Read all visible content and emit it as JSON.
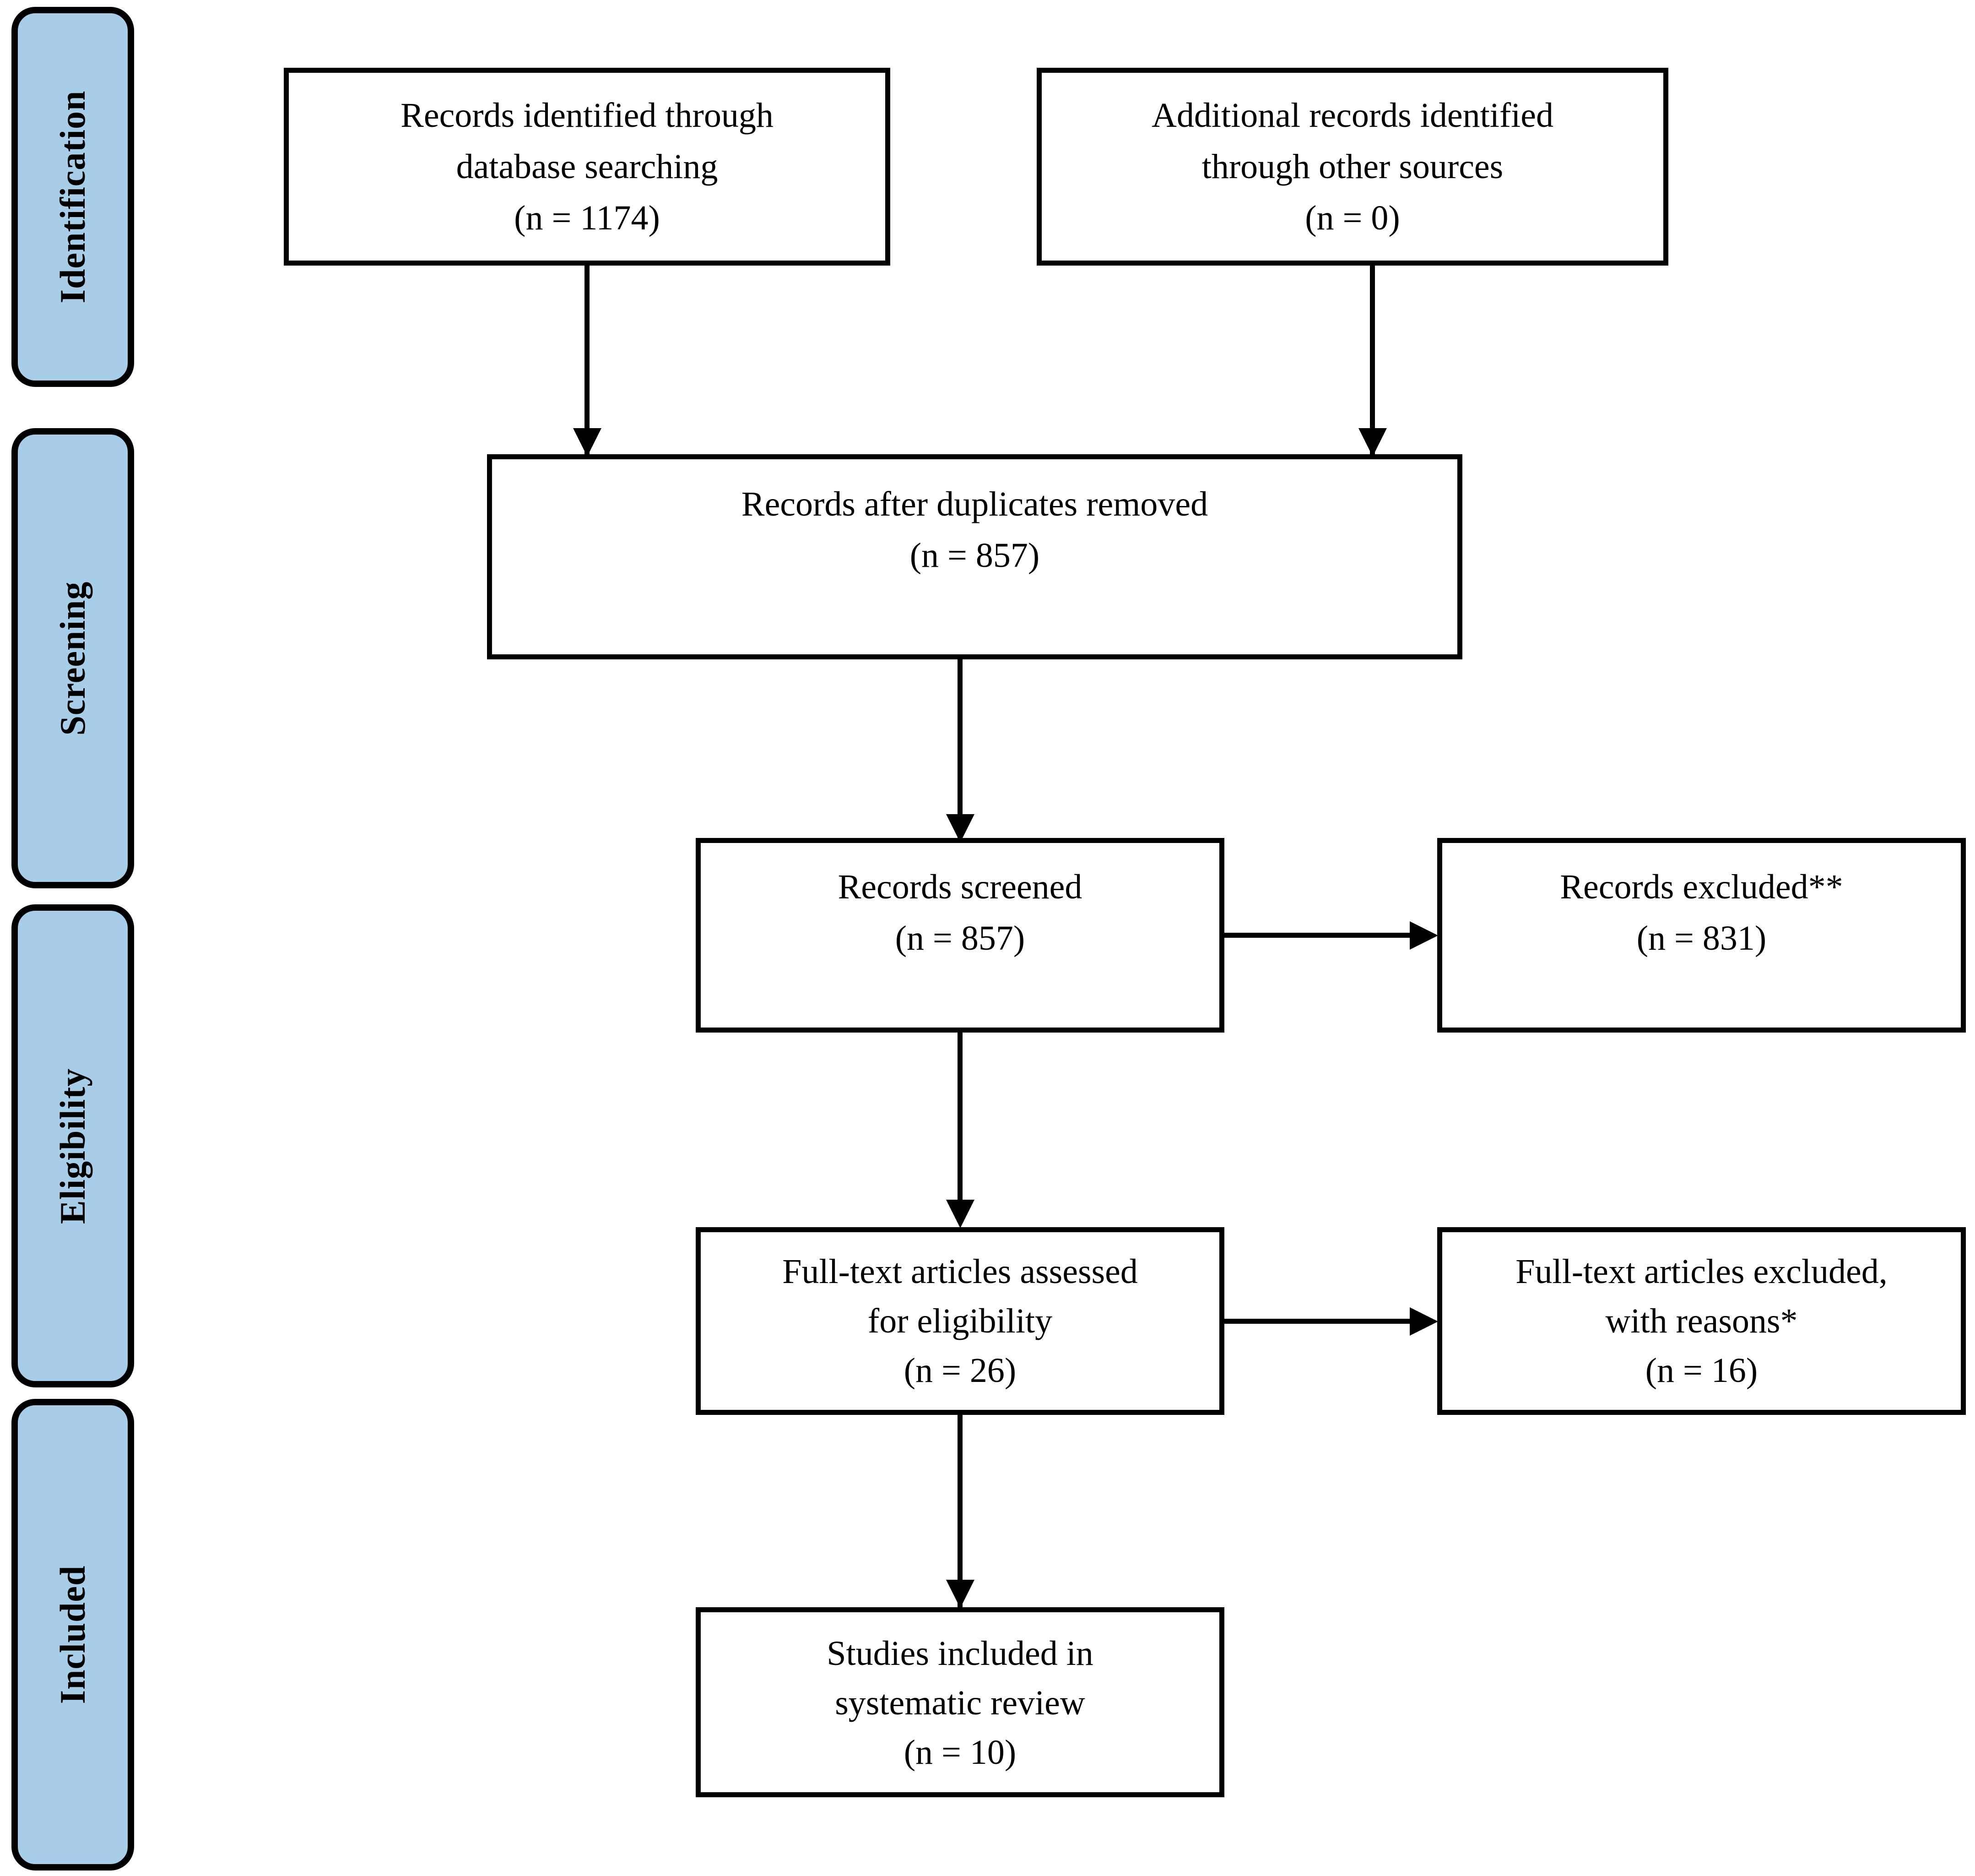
{
  "diagram": {
    "type": "prisma-flow-diagram",
    "colors": {
      "stage_fill": "#a8cde8",
      "stroke": "#000000",
      "box_fill": "#ffffff",
      "page_background": "#ffffff"
    }
  },
  "stages": [
    {
      "id": "identification",
      "label": "Identification"
    },
    {
      "id": "screening",
      "label": "Screening"
    },
    {
      "id": "eligibility",
      "label": "Eligibility"
    },
    {
      "id": "included",
      "label": "Included"
    }
  ],
  "boxes": {
    "records_identified_db": {
      "line1": "Records identified through",
      "line2": "database searching",
      "count": "(n = 1174)",
      "n": 1174
    },
    "records_identified_other": {
      "line1": "Additional records identified",
      "line2": "through other sources",
      "count": "(n = 0)",
      "n": 0
    },
    "records_after_duplicates": {
      "line1": "Records after duplicates removed",
      "count": "(n = 857)",
      "n": 857
    },
    "records_screened": {
      "line1": "Records screened",
      "count": "(n = 857)",
      "n": 857
    },
    "records_excluded": {
      "line1": "Records excluded**",
      "count": "(n = 831)",
      "n": 831
    },
    "fulltext_assessed": {
      "line1": "Full-text articles assessed",
      "line2": "for eligibility",
      "count": "(n = 26)",
      "n": 26
    },
    "fulltext_excluded": {
      "line1": "Full-text articles excluded,",
      "line2": "with reasons*",
      "count": "(n = 16)",
      "n": 16
    },
    "studies_included": {
      "line1": "Studies included in",
      "line2": "systematic review",
      "count": "(n = 10)",
      "n": 10
    }
  },
  "chart_data": {
    "type": "diagram",
    "title": "PRISMA flow diagram",
    "nodes": [
      {
        "id": "records_identified_db",
        "label": "Records identified through database searching",
        "n": 1174,
        "stage": "Identification"
      },
      {
        "id": "records_identified_other",
        "label": "Additional records identified through other sources",
        "n": 0,
        "stage": "Identification"
      },
      {
        "id": "records_after_duplicates",
        "label": "Records after duplicates removed",
        "n": 857,
        "stage": "Screening"
      },
      {
        "id": "records_screened",
        "label": "Records screened",
        "n": 857,
        "stage": "Screening"
      },
      {
        "id": "records_excluded",
        "label": "Records excluded**",
        "n": 831,
        "stage": "Screening"
      },
      {
        "id": "fulltext_assessed",
        "label": "Full-text articles assessed for eligibility",
        "n": 26,
        "stage": "Eligibility"
      },
      {
        "id": "fulltext_excluded",
        "label": "Full-text articles excluded, with reasons*",
        "n": 16,
        "stage": "Eligibility"
      },
      {
        "id": "studies_included",
        "label": "Studies included in systematic review",
        "n": 10,
        "stage": "Included"
      }
    ],
    "edges": [
      {
        "from": "records_identified_db",
        "to": "records_after_duplicates",
        "direction": "down"
      },
      {
        "from": "records_identified_other",
        "to": "records_after_duplicates",
        "direction": "down"
      },
      {
        "from": "records_after_duplicates",
        "to": "records_screened",
        "direction": "down"
      },
      {
        "from": "records_screened",
        "to": "records_excluded",
        "direction": "right"
      },
      {
        "from": "records_screened",
        "to": "fulltext_assessed",
        "direction": "down"
      },
      {
        "from": "fulltext_assessed",
        "to": "fulltext_excluded",
        "direction": "right"
      },
      {
        "from": "fulltext_assessed",
        "to": "studies_included",
        "direction": "down"
      }
    ]
  }
}
